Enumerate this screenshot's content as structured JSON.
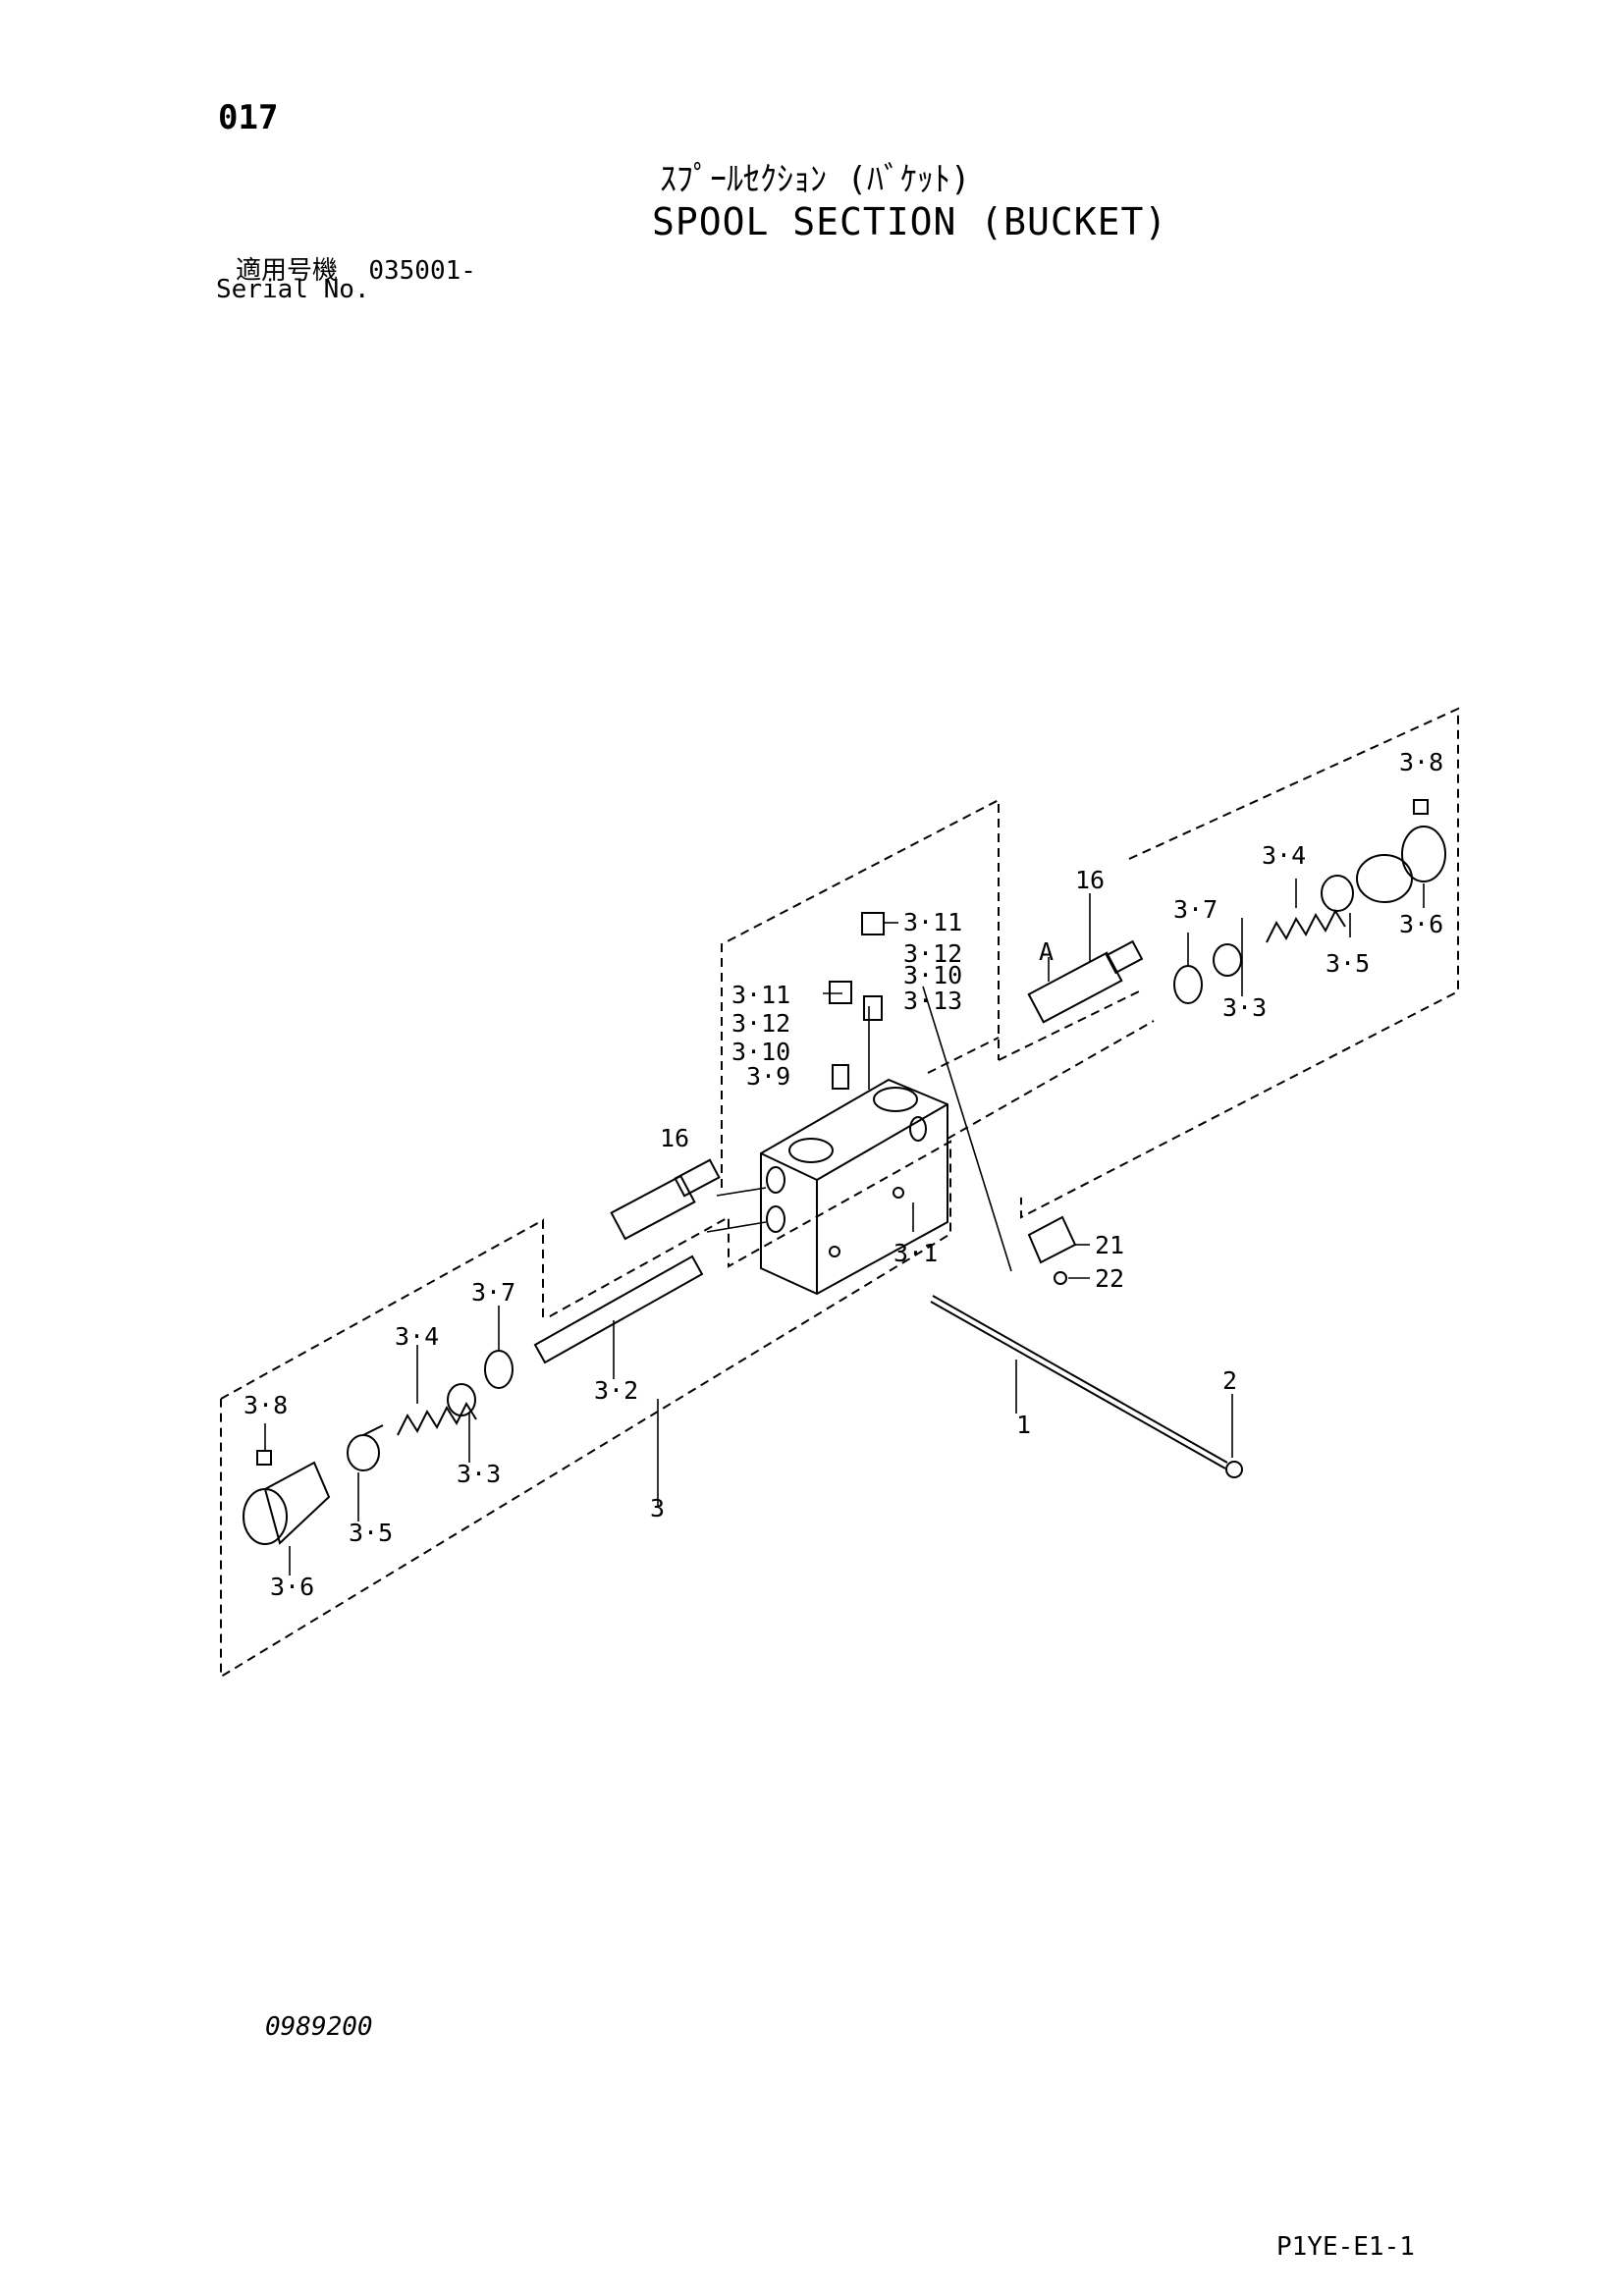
{
  "header": {
    "page_number": "017",
    "title_jp": "ｽﾌﾟｰﾙｾｸｼｮﾝ (ﾊﾞｹｯﾄ)",
    "title_en": "SPOOL SECTION (BUCKET)",
    "serial_label_jp": "適用号機",
    "serial_value": "035001-",
    "serial_label_en": "Serial No."
  },
  "footer": {
    "drawing_code": "0989200",
    "sheet_code": "P1YE-E1-1"
  },
  "callouts": {
    "c1": "1",
    "c2": "2",
    "c3": "3",
    "c3_1": "3·1",
    "c3_2": "3·2",
    "c3_3": "3·3",
    "c3_4": "3·4",
    "c3_5": "3·5",
    "c3_6": "3·6",
    "c3_7": "3·7",
    "c3_8": "3·8",
    "c3_9": "3·9",
    "c3_10": "3·10",
    "c3_11": "3·11",
    "c3_12": "3·12",
    "c3_13": "3·13",
    "c16": "16",
    "cA": "A",
    "c21": "21",
    "c22": "22"
  }
}
